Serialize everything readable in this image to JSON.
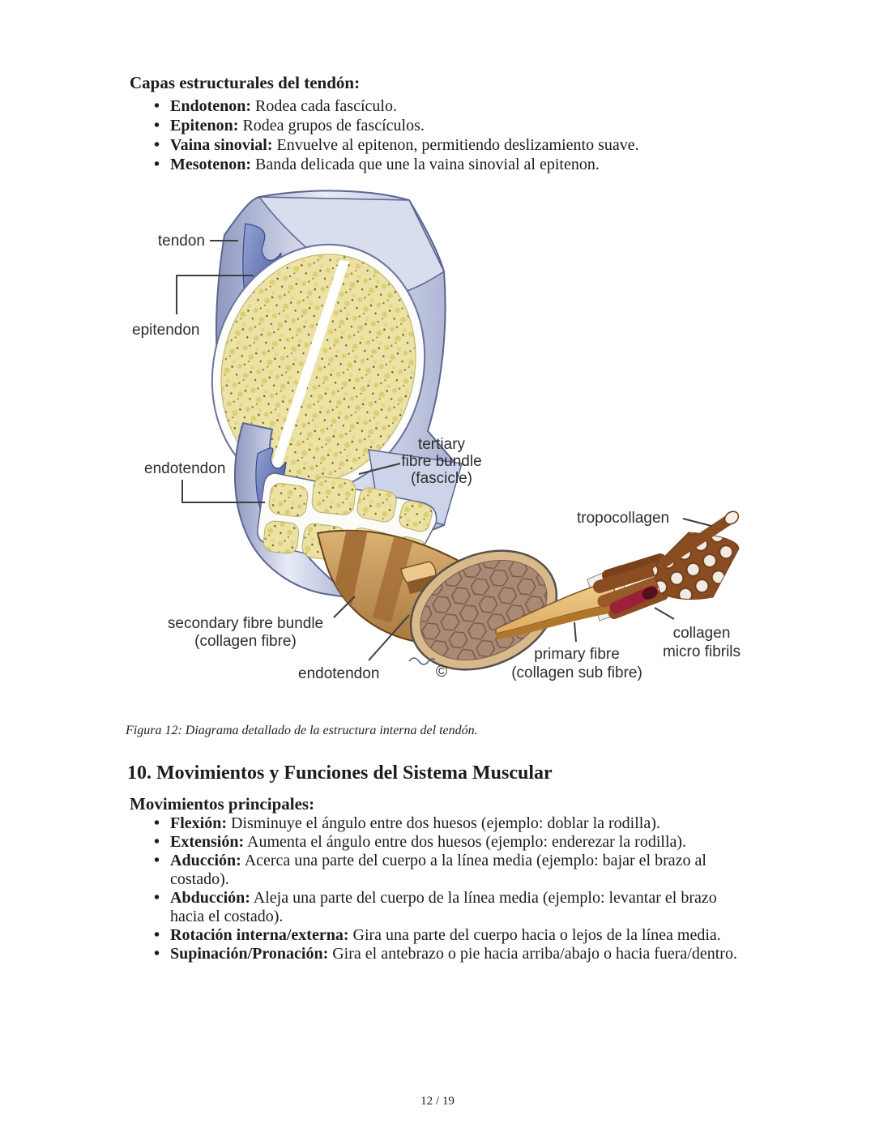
{
  "section_tendon": {
    "heading": "Capas estructurales del tendón:",
    "bullets": [
      {
        "term": "Endotenon:",
        "text": " Rodea cada fascículo."
      },
      {
        "term": "Epitenon:",
        "text": " Rodea grupos de fascículos."
      },
      {
        "term": "Vaina sinovial:",
        "text": " Envuelve al epitenon, permitiendo deslizamiento suave."
      },
      {
        "term": "Mesotenon:",
        "text": " Banda delicada que une la vaina sinovial al epitenon."
      }
    ]
  },
  "figure": {
    "caption": "Figura 12: Diagrama detallado de la estructura interna del tendón.",
    "labels": {
      "tendon": "tendon",
      "epitendon": "epitendon",
      "endotendon_upper": "endotendon",
      "tertiary": [
        "tertiary",
        "fibre bundle",
        "(fascicle)"
      ],
      "tropocollagen": "tropocollagen",
      "secondary": [
        "secondary fibre bundle",
        "(collagen fibre)"
      ],
      "endotendon_lower": "endotendon",
      "primary": [
        "primary fibre",
        "(collagen sub fibre)"
      ],
      "micro_fibrils": [
        "collagen",
        "micro fibrils"
      ],
      "copyright": "©"
    },
    "colors": {
      "tube_lavender": "#aab2d2",
      "wedge_blue": "#3f4e96",
      "fascicle_yellow": "#ebe2a3",
      "rod_tan": "#c2955a",
      "rim_tan": "#d9b88c",
      "cut_brown": "#ab8a75",
      "fibril_brown": "#8a4d22",
      "crimson": "#9c2138"
    }
  },
  "section_movements": {
    "heading": "10. Movimientos y Funciones del Sistema Muscular",
    "subheading": "Movimientos principales:",
    "bullets": [
      {
        "term": "Flexión:",
        "text": " Disminuye el ángulo entre dos huesos (ejemplo: doblar la rodilla)."
      },
      {
        "term": "Extensión:",
        "text": " Aumenta el ángulo entre dos huesos (ejemplo: enderezar la rodilla)."
      },
      {
        "term": "Aducción:",
        "text": " Acerca una parte del cuerpo a la línea media (ejemplo: bajar el brazo al costado)."
      },
      {
        "term": "Abducción:",
        "text": " Aleja una parte del cuerpo de la línea media (ejemplo: levantar el brazo hacia el costado)."
      },
      {
        "term": "Rotación interna/externa:",
        "text": " Gira una parte del cuerpo hacia o lejos de la línea media."
      },
      {
        "term": "Supinación/Pronación:",
        "text": " Gira el antebrazo o pie hacia arriba/abajo o hacia fuera/dentro."
      }
    ]
  },
  "page": {
    "footer": "12 / 19"
  }
}
